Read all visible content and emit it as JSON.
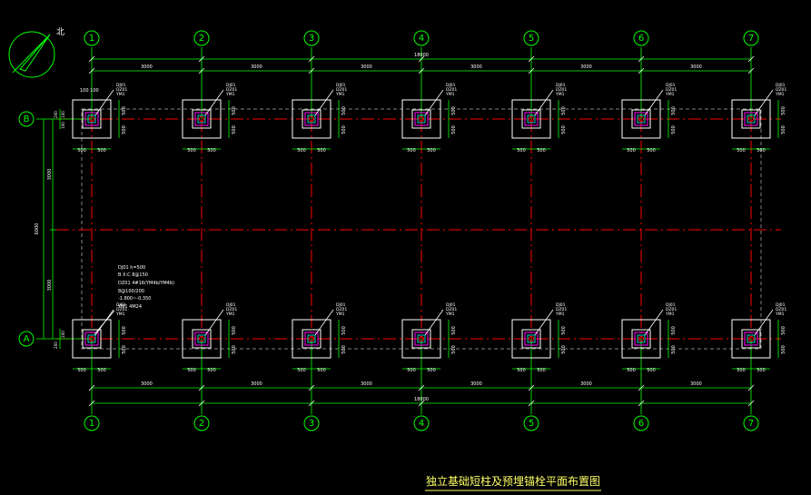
{
  "drawing": {
    "title": "独立基础短柱及预埋锚栓平面布置图",
    "north_label": "北",
    "total_dim_x": "18000",
    "total_dim_y": "6000",
    "grid_x_labels": [
      "1",
      "2",
      "3",
      "4",
      "5",
      "6",
      "7"
    ],
    "grid_y_labels": [
      "B",
      "A"
    ],
    "bay_dims_top": [
      "3000",
      "3000",
      "3000",
      "3000",
      "3000",
      "3000"
    ],
    "bay_dims_bottom": [
      "3000",
      "3000",
      "3000",
      "3000",
      "3000",
      "3000"
    ],
    "bay_dims_left": [
      "3000",
      "3000"
    ],
    "edge_dims_left": [
      "200",
      "100",
      "100",
      "200",
      "200"
    ],
    "footing_dims": [
      "500",
      "500"
    ],
    "base_tag_top": "100 100",
    "column_tags": [
      [
        "DJ01",
        "DZ01",
        "YM1"
      ],
      [
        "DJ01",
        "DZ01",
        "YM1"
      ],
      [
        "DJ01",
        "DZ01",
        "YM1"
      ],
      [
        "DJ01",
        "DZ01",
        "YM1"
      ],
      [
        "DJ01",
        "DZ01",
        "YM1"
      ],
      [
        "DJ01",
        "DZ01",
        "YM1"
      ],
      [
        "DJ01",
        "DZ01",
        "YM1"
      ]
    ],
    "legend_notes": [
      "DJ01 h=500",
      "B X:C 8@150",
      "DZ01 4#16(YM4b/YM4b)",
      "8@100/200",
      "-1.800~-0.350",
      "YM1 4M24"
    ],
    "colors": {
      "background": "#000000",
      "grid_axis": "#ff0000",
      "dimension": "#00ff00",
      "outline": "#ffffff",
      "column": "#ff00ff",
      "anchor": "#00ffff",
      "boundary": "#808080"
    }
  }
}
